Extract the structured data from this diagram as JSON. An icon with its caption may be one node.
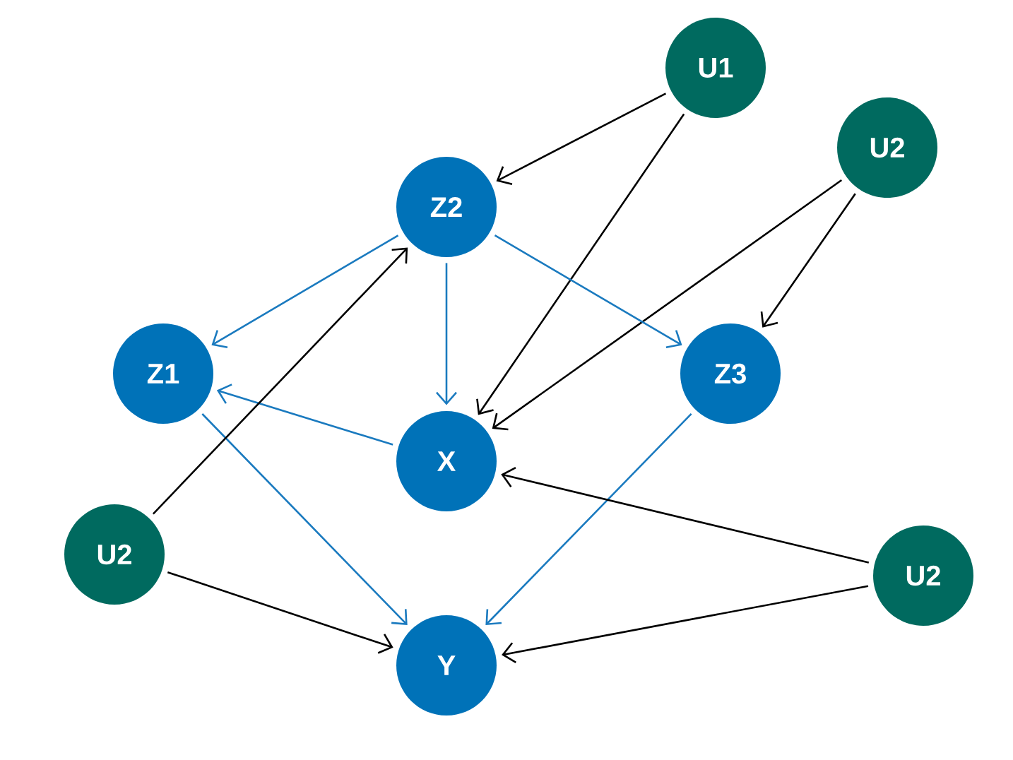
{
  "diagram": {
    "nodes": [
      {
        "text": [
          "U1"
        ]
      },
      {
        "text": [
          "U2"
        ]
      },
      {
        "text": [
          "Z2"
        ]
      },
      {
        "text": [
          "Z1"
        ]
      },
      {
        "text": [
          "Z3"
        ]
      },
      {
        "text": [
          "X"
        ]
      },
      {
        "text": [
          "U2"
        ]
      },
      {
        "text": [
          "U2"
        ]
      },
      {
        "text": [
          "Y"
        ]
      }
    ],
    "edges": [
      {
        "from": 0,
        "to": 2,
        "arrow": "to"
      },
      {
        "from": 0,
        "to": 5,
        "arrow": "to"
      },
      {
        "from": 1,
        "to": 5,
        "arrow": "to"
      },
      {
        "from": 1,
        "to": 4,
        "arrow": "to"
      },
      {
        "from": 2,
        "to": 3,
        "arrow": "to",
        "color": "#1a7abf"
      },
      {
        "from": 2,
        "to": 5,
        "arrow": "to",
        "color": "#1a7abf"
      },
      {
        "from": 2,
        "to": 4,
        "arrow": "to",
        "color": "#1a7abf"
      },
      {
        "from": 5,
        "to": 3,
        "arrow": "to",
        "color": "#1a7abf"
      },
      {
        "from": 3,
        "to": 8,
        "arrow": "to",
        "color": "#1a7abf"
      },
      {
        "from": 4,
        "to": 8,
        "arrow": "to",
        "color": "#1a7abf"
      },
      {
        "from": 6,
        "to": 2,
        "arrow": "to"
      },
      {
        "from": 6,
        "to": 8,
        "arrow": "to"
      },
      {
        "from": 7,
        "to": 5,
        "arrow": "to"
      },
      {
        "from": 7,
        "to": 8,
        "arrow": "to"
      }
    ]
  }
}
